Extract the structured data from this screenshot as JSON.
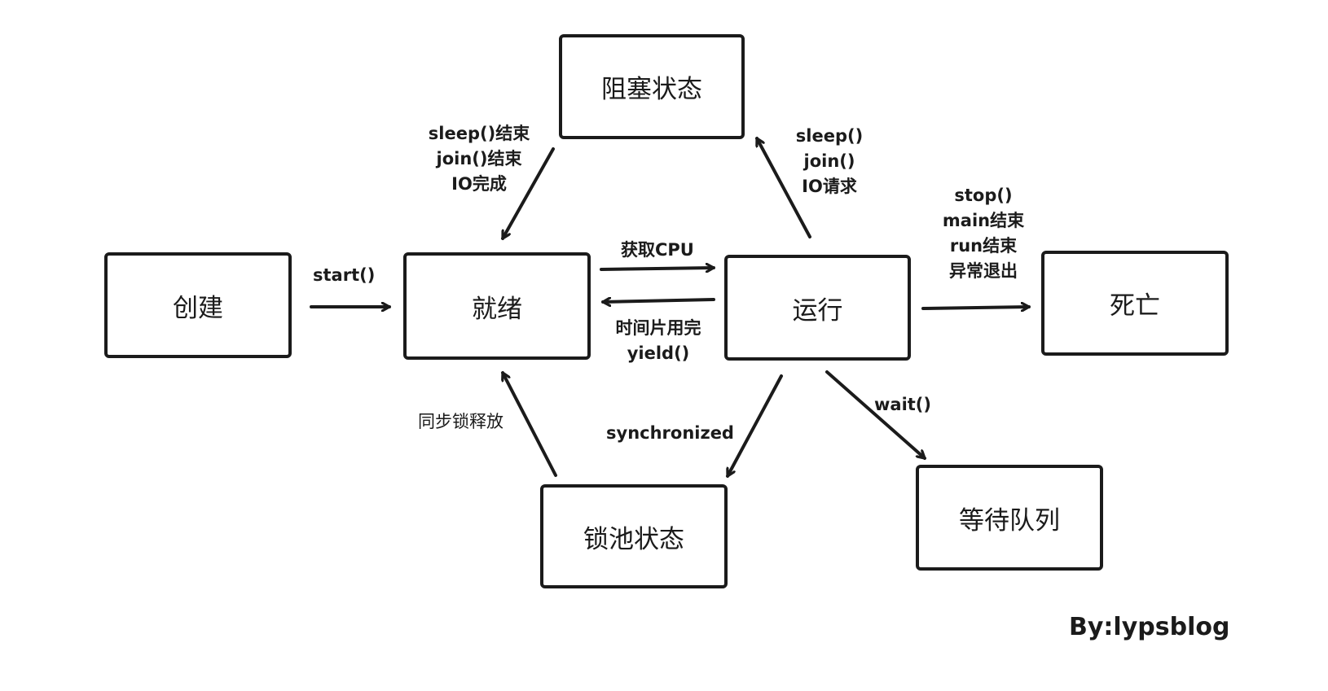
{
  "states": {
    "blocked": "阻塞状态",
    "create": "创建",
    "ready": "就绪",
    "running": "运行",
    "dead": "死亡",
    "lock_pool": "锁池状态",
    "wait_queue": "等待队列"
  },
  "labels": {
    "start": "start()",
    "get_cpu": "获取CPU",
    "timeslice": [
      "时间片用完",
      "yield()"
    ],
    "blocked_to_ready": [
      "sleep()结束",
      "join()结束",
      "IO完成"
    ],
    "running_to_blocked": [
      "sleep()",
      "join()",
      "IO请求"
    ],
    "running_to_dead": [
      "stop()",
      "main结束",
      "run结束",
      "异常退出"
    ],
    "lock_release": "同步锁释放",
    "synchronized": "synchronized",
    "wait": "wait()"
  },
  "credit": "By:lypsblog"
}
